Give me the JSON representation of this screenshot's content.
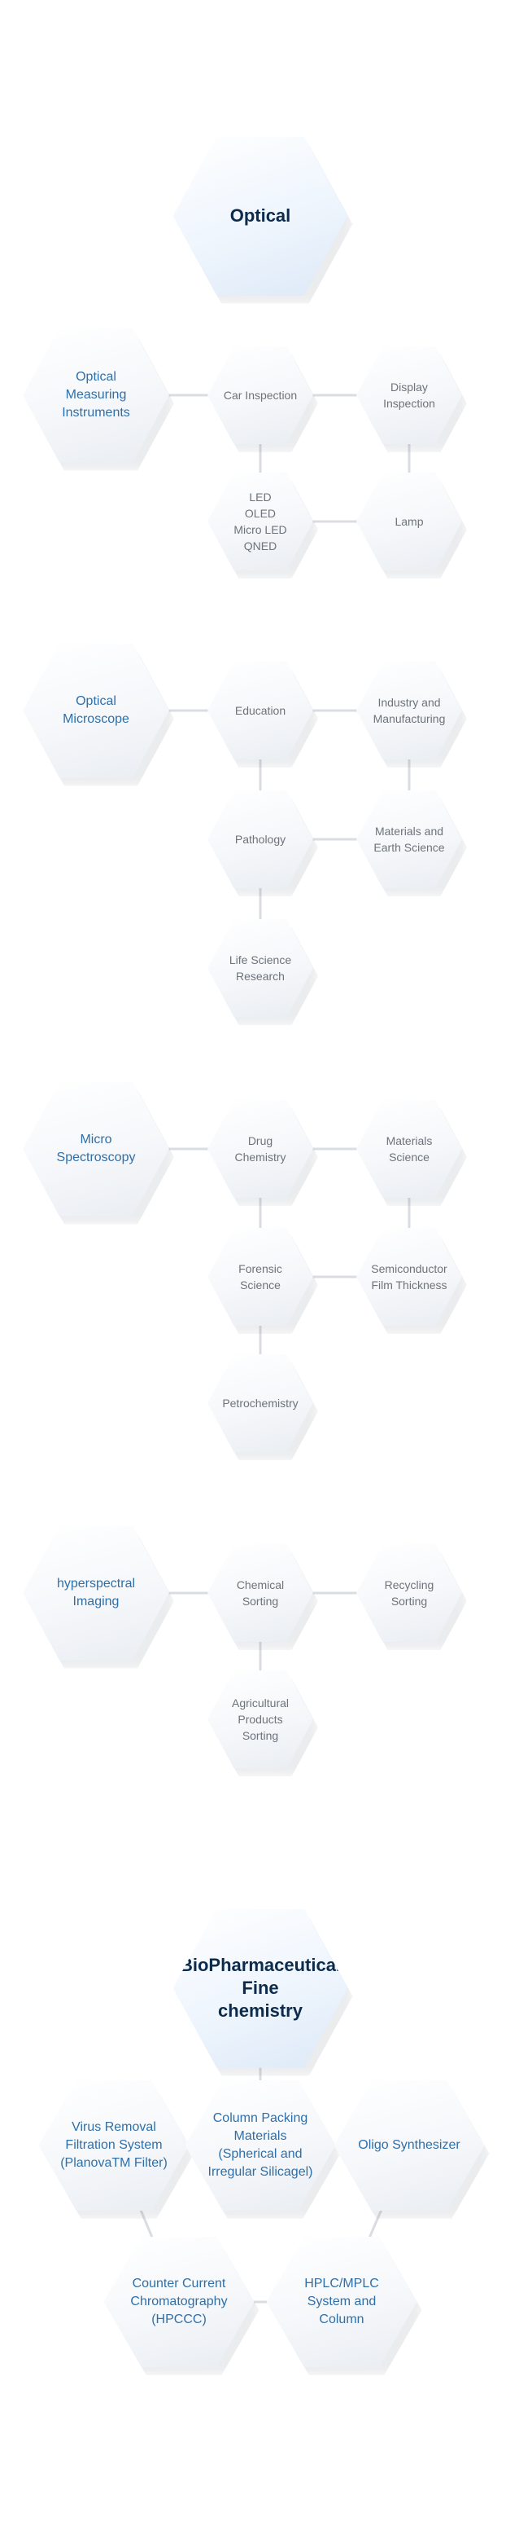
{
  "colors": {
    "title_text": "#0d2b4a",
    "category_text": "#2f6fa8",
    "sub_text": "#6d737a",
    "connector": "#d9dde2"
  },
  "optical": {
    "title": "Optical",
    "measuring": {
      "label": "Optical\nMeasuring\nInstruments",
      "items": [
        "Car Inspection",
        "Display\nInspection",
        "LED\nOLED\nMicro LED\nQNED",
        "Lamp"
      ]
    },
    "microscope": {
      "label": "Optical\nMicroscope",
      "items": [
        "Education",
        "Industry and\nManufacturing",
        "Pathology",
        "Materials and\nEarth Science",
        "Life Science\nResearch"
      ]
    },
    "spectroscopy": {
      "label": "Micro\nSpectroscopy",
      "items": [
        "Drug\nChemistry",
        "Materials\nScience",
        "Forensic\nScience",
        "Semiconductor\nFilm Thickness",
        "Petrochemistry"
      ]
    },
    "hyperspectral": {
      "label": "hyperspectral\nImaging",
      "items": [
        "Chemical\nSorting",
        "Recycling\nSorting",
        "Agricultural\nProducts\nSorting"
      ]
    }
  },
  "bio": {
    "title": "BioPharmaceutical\nFine\nchemistry",
    "items": [
      "Virus Removal\nFiltration System\n(PlanovaTM Filter)",
      "Column Packing\nMaterials\n(Spherical and\nIrregular Silicagel)",
      "Oligo Synthesizer",
      "Counter Current\nChromatography\n(HPCCC)",
      "HPLC/MPLC\nSystem and\nColumn"
    ]
  }
}
